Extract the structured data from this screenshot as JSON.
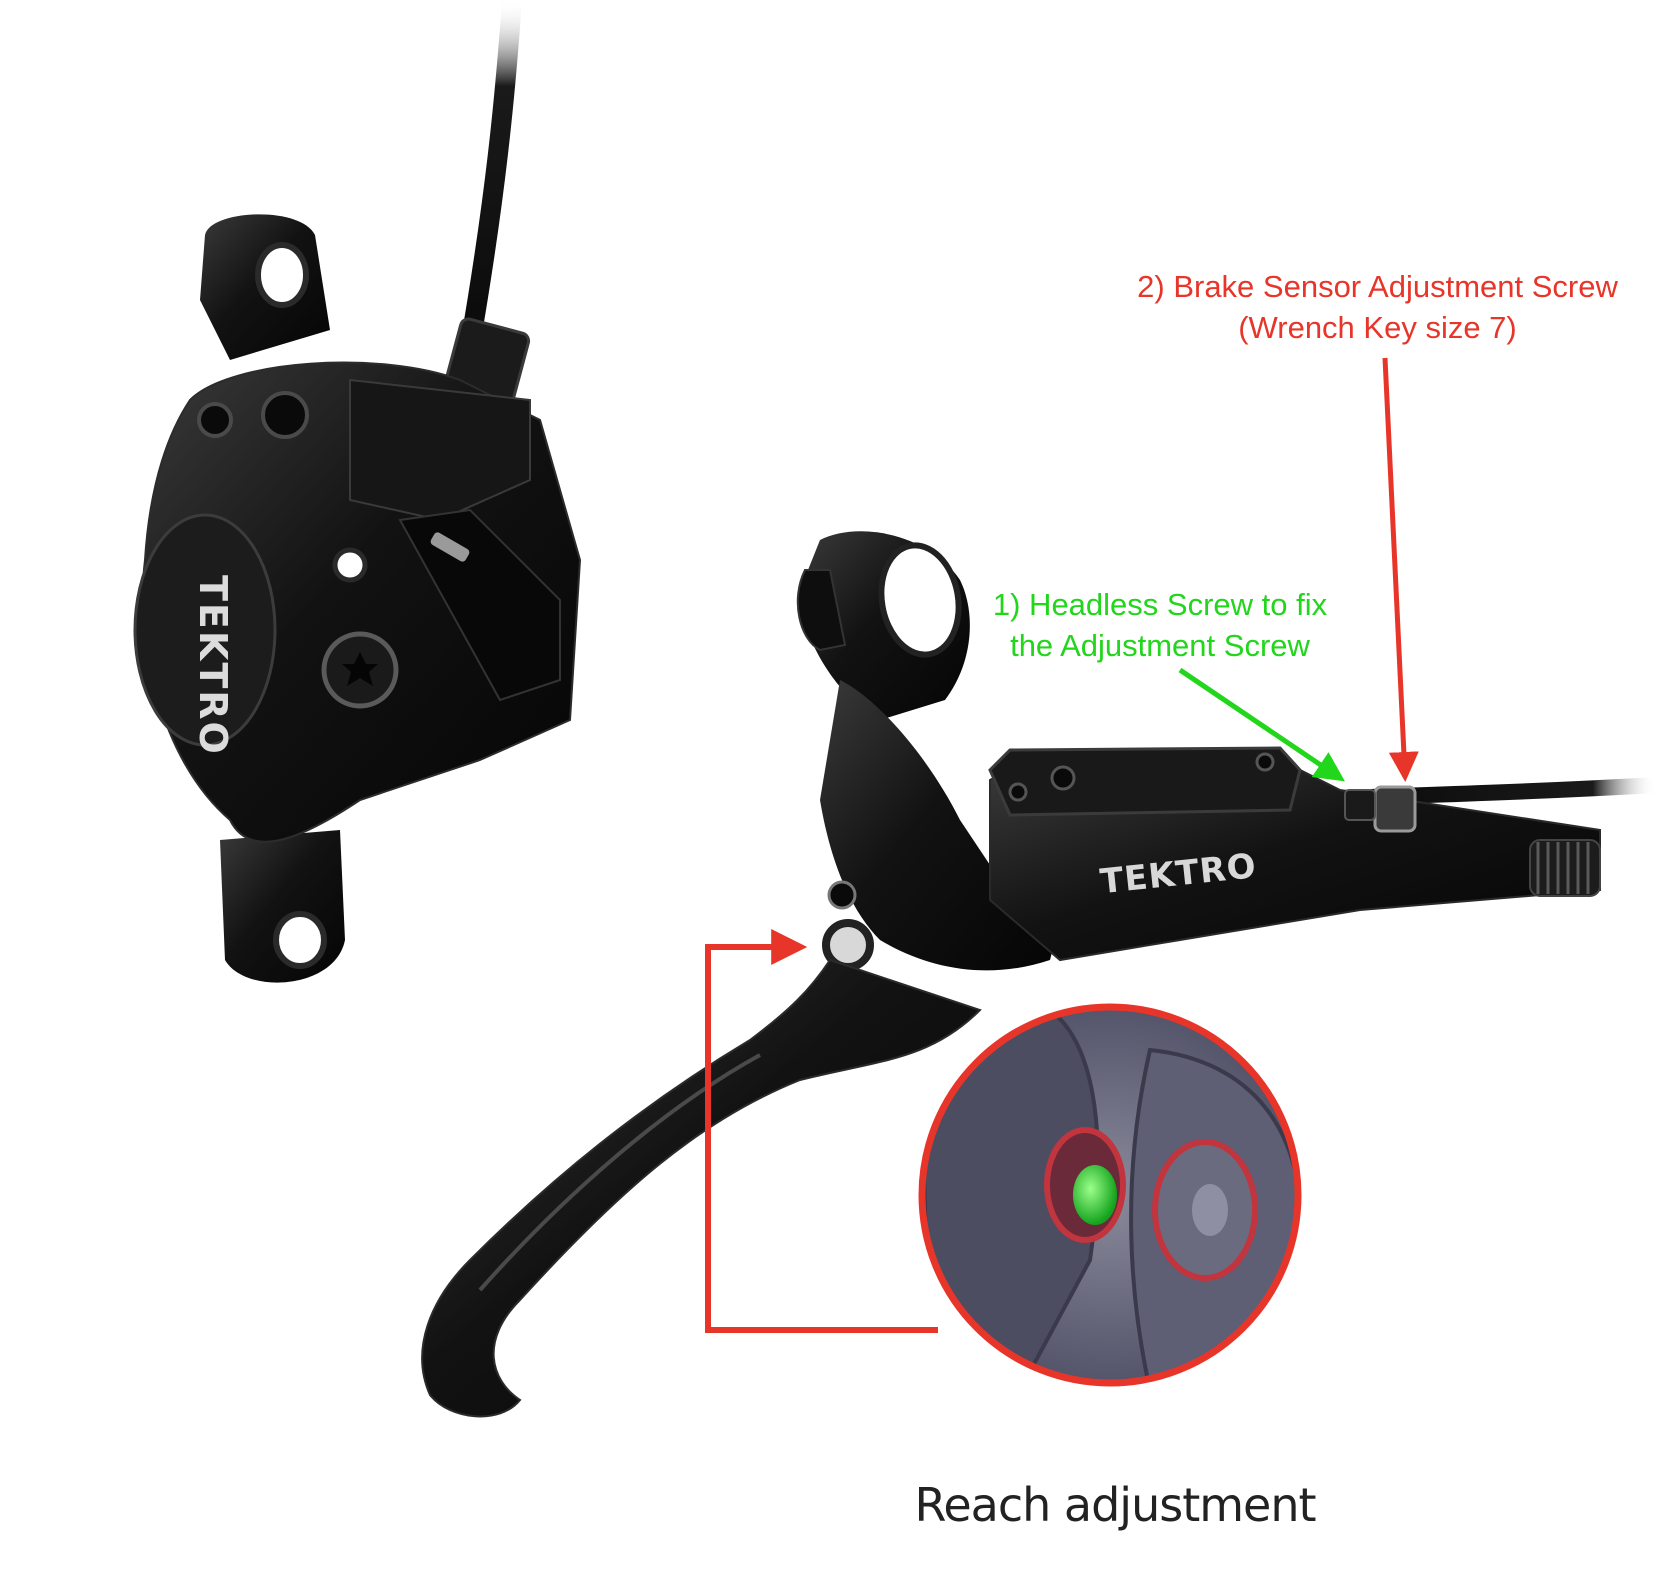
{
  "brand_logo_text": "TEKTRO",
  "labels": {
    "sensor_line1": "2) Brake Sensor Adjustment Screw",
    "sensor_line2": "(Wrench Key size 7)",
    "headless_line1": "1) Headless Screw to fix",
    "headless_line2": "the Adjustment Screw",
    "caption": "Reach adjustment"
  },
  "colors": {
    "red_annotation": "#e8352a",
    "green_annotation": "#22d61c",
    "metal": "#141414",
    "zoom_bg": "#6f6f82"
  }
}
